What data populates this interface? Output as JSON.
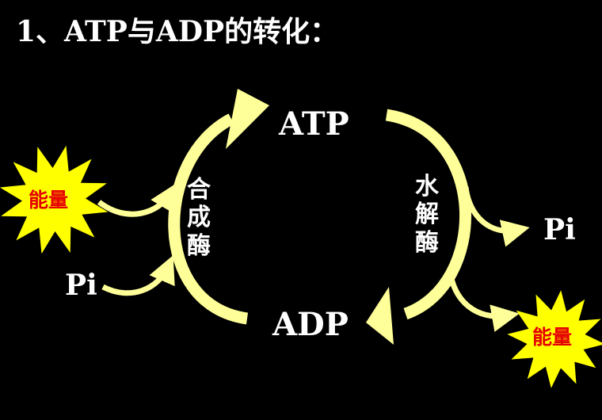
{
  "title": "1、ATP与ADP的转化：",
  "nodes": {
    "atp": "ATP",
    "adp": "ADP"
  },
  "enzymes": {
    "synthase": "合成酶",
    "hydrolase": "水解酶"
  },
  "inputs": {
    "energy": "能量",
    "pi": "Pi"
  },
  "outputs": {
    "pi": "Pi",
    "energy": "能量"
  },
  "colors": {
    "background": "#000000",
    "arrow": "#ffff99",
    "text": "#ffffff",
    "starburst": "#ffff00",
    "energy_text": "#e60000"
  }
}
